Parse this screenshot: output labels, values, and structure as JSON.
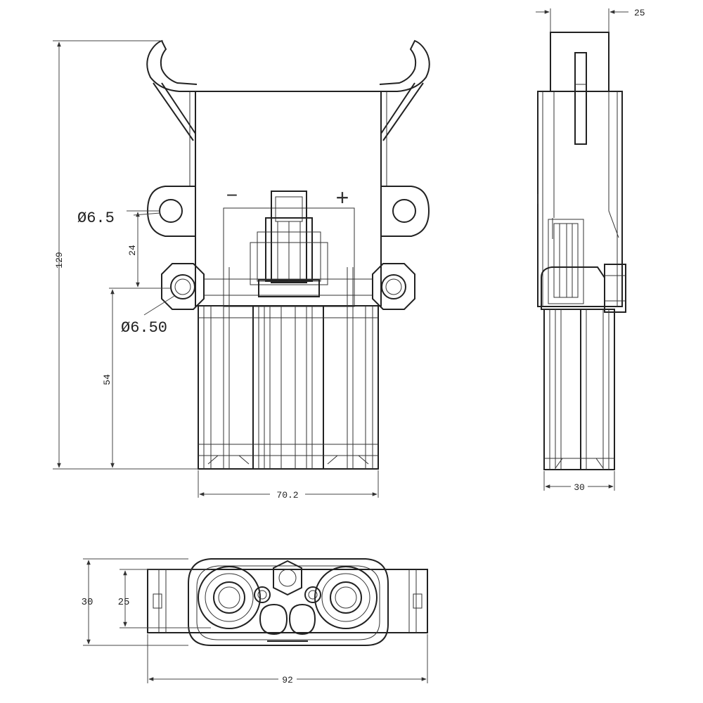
{
  "diagram": {
    "front_view": {
      "polarity_minus": "−",
      "polarity_plus": "+",
      "hole_upper_diameter": "Ø6.5",
      "hole_lower_diameter": "Ø6.50",
      "dim_total_height": "129",
      "dim_hole_spacing": "24",
      "dim_lower_height": "54",
      "dim_width": "70.2"
    },
    "side_view": {
      "dim_top_width": "25",
      "dim_base_width": "30"
    },
    "bottom_view": {
      "dim_height_outer": "30",
      "dim_height_inner": "25",
      "dim_total_width": "92"
    }
  }
}
